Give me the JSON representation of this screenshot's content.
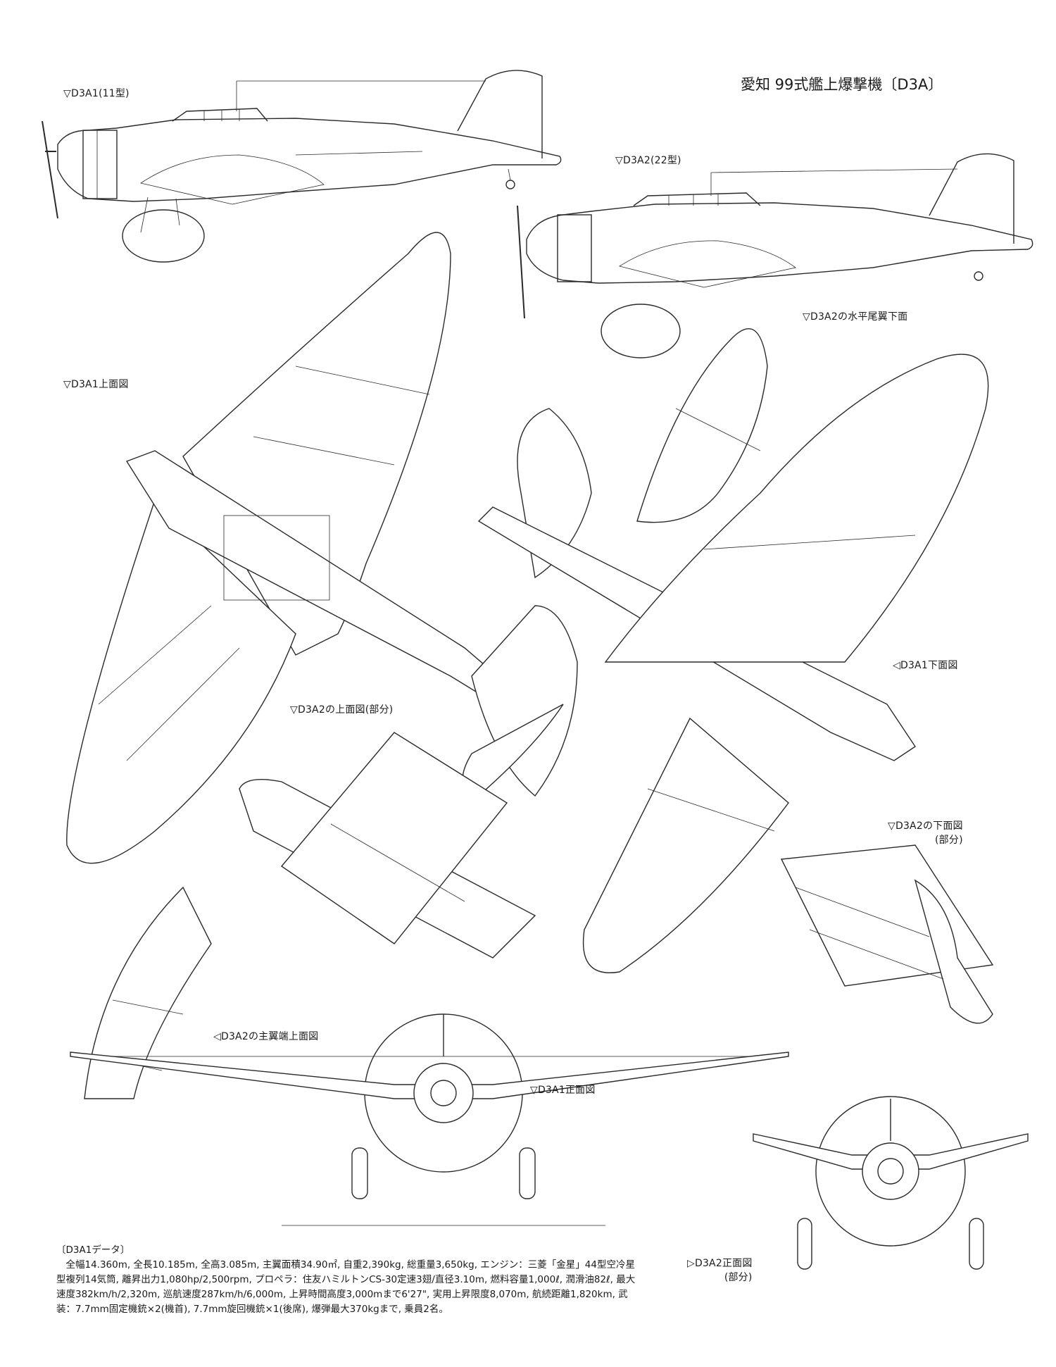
{
  "title": "愛知 99式艦上爆撃機〔D3A〕",
  "labels": {
    "d3a1_side": "▽D3A1(11型)",
    "d3a2_side": "▽D3A2(22型)",
    "d3a2_tailplane_lower": "▽D3A2の水平尾翼下面",
    "d3a1_top": "▽D3A1上面図",
    "d3a1_bottom": "◁D3A1下面図",
    "d3a2_top_partial": "▽D3A2の上面図(部分)",
    "d3a2_bottom_partial_1": "▽D3A2の下面図",
    "d3a2_bottom_partial_2": "(部分)",
    "d3a2_wingtip_top": "◁D3A2の主翼端上面図",
    "d3a1_front": "▽D3A1正面図",
    "d3a2_front_1": "▷D3A2正面図",
    "d3a2_front_2": "(部分)"
  },
  "specs": {
    "heading": "〔D3A1データ〕",
    "text": "全幅14.360m, 全長10.185m, 全高3.085m, 主翼面積34.90㎡, 自重2,390kg, 総重量3,650kg, エンジン：三菱「金星」44型空冷星型複列14気筒, 離昇出力1,080hp/2,500rpm, プロペラ：住友ハミルトンCS-30定速3翅/直径3.10m, 燃料容量1,000ℓ, 潤滑油82ℓ, 最大速度382km/h/2,320m, 巡航速度287km/h/6,000m, 上昇時間高度3,000mまで6'27\", 実用上昇限度8,070m, 航続距離1,820km, 武装：7.7mm固定機銃×2(機首), 7.7mm旋回機銃×1(後席), 爆弾最大370kgまで, 乗員2名。"
  }
}
